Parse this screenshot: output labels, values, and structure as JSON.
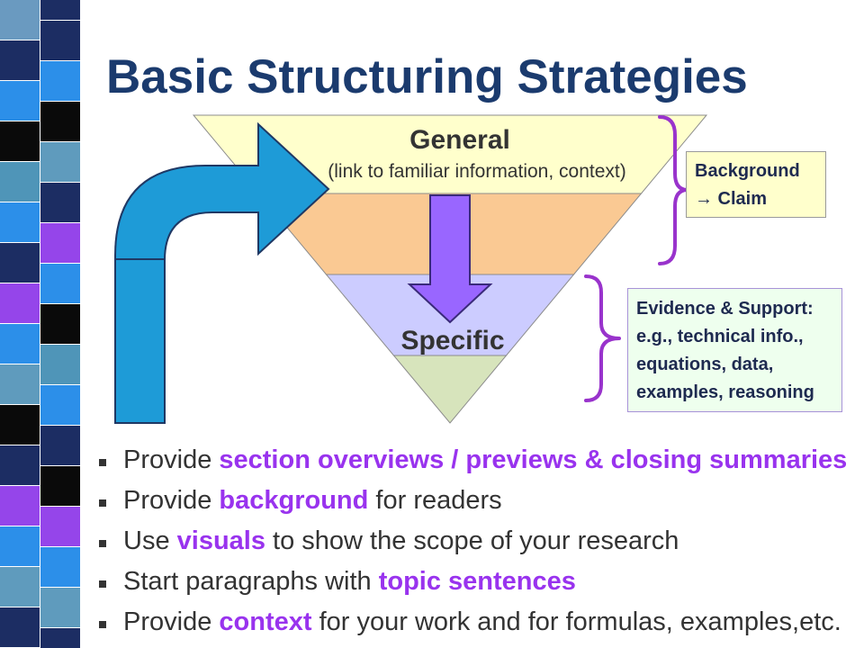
{
  "slide": {
    "title": "Basic Structuring Strategies"
  },
  "colors": {
    "title": "#1b3b6e",
    "body_text": "#333333",
    "highlight": "#9933ee",
    "funnel_label": "#333333",
    "callout_text": "#1e2a50",
    "arrow_blue": "#1e9bd7",
    "arrow_purple": "#9966ff",
    "brace": "#9933cc",
    "background_box": "#ffffcc",
    "evidence_box": "#eeffee"
  },
  "funnel": {
    "top_label": "General",
    "top_sublabel": "(link to familiar information, context)",
    "bottom_label": "Specific",
    "band_colors": [
      "#ffffcc",
      "#fac993",
      "#ccccff",
      "#d7e4bc"
    ]
  },
  "callouts": {
    "background": {
      "lines": [
        "Background",
        "→ Claim"
      ]
    },
    "evidence": {
      "lines": [
        "Evidence & Support:",
        "e.g., technical info.,",
        "equations, data,",
        "examples, reasoning"
      ]
    }
  },
  "bullets": [
    {
      "before": "Provide ",
      "highlight": "section overviews / previews & closing summaries"
    },
    {
      "before": "Provide ",
      "highlight": "background",
      "after": " for readers"
    },
    {
      "before": "Use ",
      "highlight": "visuals",
      "after": " to show the scope of your research"
    },
    {
      "before": "Start paragraphs with ",
      "highlight": "topic sentences"
    },
    {
      "before": "Provide ",
      "highlight": "context",
      "after": " for your work and for formulas, examples,etc."
    }
  ],
  "decor": {
    "strip_left": [
      "#6a9ac0",
      "#1c2d63",
      "#2c8fe9",
      "#0a0a0a",
      "#4f95b8",
      "#2c8fe9",
      "#1c2d63",
      "#9545ea",
      "#2c8fe9",
      "#5f9bbd",
      "#0a0a0a",
      "#1c2d63",
      "#9545ea",
      "#2c8fe9",
      "#5f9bbd",
      "#1c2d63"
    ],
    "strip_right": [
      "#1c2d63",
      "#1c2d63",
      "#2c8fe9",
      "#0a0a0a",
      "#5f9bbd",
      "#1c2d63",
      "#9545ea",
      "#2c8fe9",
      "#0a0a0a",
      "#4f95b8",
      "#2c8fe9",
      "#1c2d63",
      "#0a0a0a",
      "#9545ea",
      "#2c8fe9",
      "#5f9bbd",
      "#1c2d63"
    ]
  }
}
